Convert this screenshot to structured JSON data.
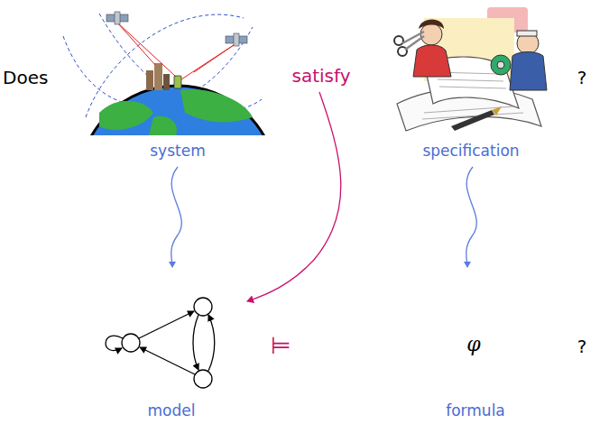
{
  "diagram": {
    "labels": [
      "Does",
      "satisfy",
      "?",
      "system",
      "specification",
      "model",
      "⊨",
      "φ",
      "?",
      "formula"
    ]
  }
}
